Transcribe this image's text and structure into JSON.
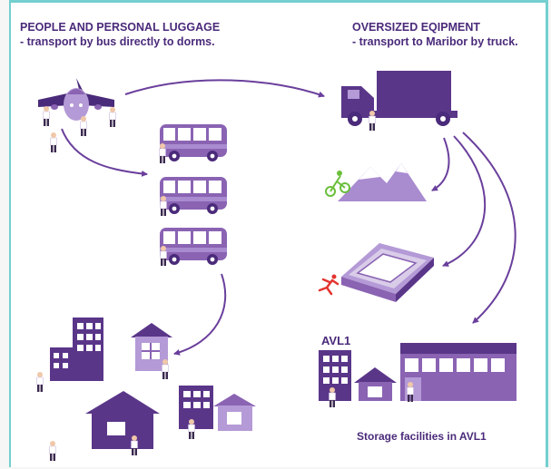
{
  "left_panel": {
    "title": "PEOPLE AND PERSONAL LUGGAGE",
    "subtitle": "- transport by bus directly to dorms."
  },
  "right_panel": {
    "title": "OVERSIZED EQIPMENT",
    "subtitle": "- transport to Maribor by truck."
  },
  "building_label": "AVL1",
  "storage_caption": "Storage facilities in AVL1",
  "colors": {
    "purple_dark": "#5a3689",
    "purple_mid": "#8a63b3",
    "purple_light": "#b49ad6",
    "purple_pale": "#d9cce9",
    "frame_teal": "#74cfcf",
    "accent_green": "#6abf3a",
    "accent_red": "#e3342f"
  },
  "icons": [
    "airplane-icon",
    "bus-icon",
    "truck-icon",
    "mountain-icon",
    "cyclist-icon",
    "stadium-icon",
    "runner-icon",
    "building-icon",
    "house-icon",
    "warehouse-icon",
    "person-icon"
  ]
}
